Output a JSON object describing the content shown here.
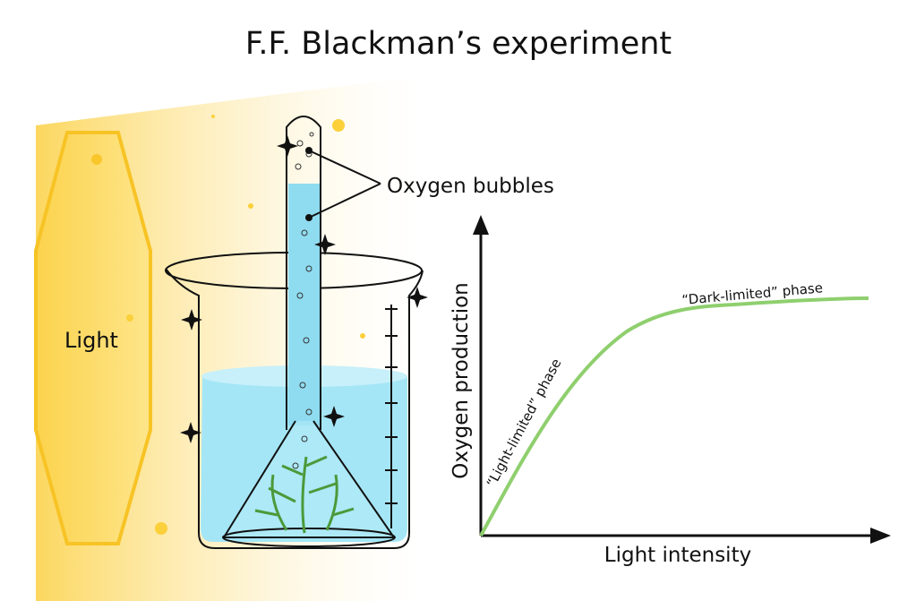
{
  "title": "F.F. Blackman’s experiment",
  "light_label": "Light",
  "bubbles_label": "Oxygen bubbles",
  "graph": {
    "y_axis_label": "Oxygen production",
    "x_axis_label": "Light intensity",
    "phase_light": "“Light-limited” phase",
    "phase_dark": "“Dark-limited” phase"
  },
  "colors": {
    "light": "#fcd34d",
    "water": "#a5e6f6",
    "curve": "#8fcf6e",
    "plant": "#4a9a3a"
  }
}
